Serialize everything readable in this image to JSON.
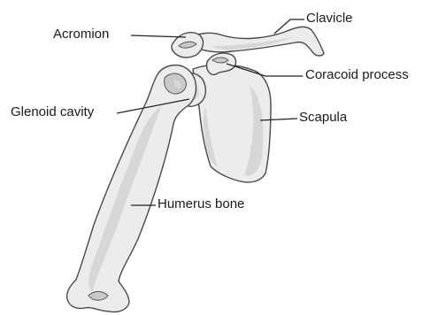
{
  "diagram": {
    "labels": {
      "clavicle": "Clavicle",
      "acromion": "Acromion",
      "coracoid_process": "Coracoid process",
      "glenoid_cavity": "Glenoid cavity",
      "scapula": "Scapula",
      "humerus": "Humerus bone"
    },
    "colors": {
      "bone_fill": "#ececec",
      "bone_shade": "#d7d7d7",
      "outline": "#4a4a4a",
      "leader": "#222222",
      "text": "#1a1a1a"
    }
  }
}
